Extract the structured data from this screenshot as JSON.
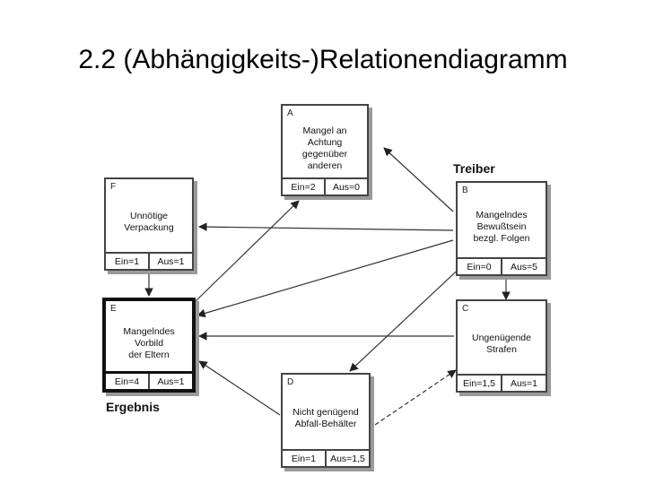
{
  "title": "2.2 (Abhängigkeits-)Relationendiagramm",
  "labels": {
    "driver": "Treiber",
    "result": "Ergebnis"
  },
  "nodes": [
    {
      "id": "A",
      "letter": "A",
      "lines": [
        "Mangel an",
        "Achtung",
        "gegenüber",
        "anderen"
      ],
      "ein": "Ein=2",
      "aus": "Aus=0"
    },
    {
      "id": "B",
      "letter": "B",
      "lines": [
        "Mangelndes",
        "Bewußtsein",
        "bezgl. Folgen"
      ],
      "ein": "Ein=0",
      "aus": "Aus=5"
    },
    {
      "id": "C",
      "letter": "C",
      "lines": [
        "Ungenügende",
        "Strafen"
      ],
      "ein": "Ein=1,5",
      "aus": "Aus=1"
    },
    {
      "id": "D",
      "letter": "D",
      "lines": [
        "Nicht genügend",
        "Abfall-Behälter"
      ],
      "ein": "Ein=1",
      "aus": "Aus=1,5"
    },
    {
      "id": "E",
      "letter": "E",
      "lines": [
        "Mangelndes",
        "Vorbild",
        "der Eltern"
      ],
      "ein": "Ein=4",
      "aus": "Aus=1"
    },
    {
      "id": "F",
      "letter": "F",
      "lines": [
        "Unnötige",
        "Verpackung"
      ],
      "ein": "Ein=1",
      "aus": "Aus=1"
    }
  ],
  "relations": [
    {
      "from": "B",
      "to": "A",
      "style": "solid"
    },
    {
      "from": "B",
      "to": "F",
      "style": "solid"
    },
    {
      "from": "B",
      "to": "E",
      "style": "solid"
    },
    {
      "from": "B",
      "to": "D",
      "style": "solid"
    },
    {
      "from": "B",
      "to": "C",
      "style": "solid"
    },
    {
      "from": "E",
      "to": "A",
      "style": "solid"
    },
    {
      "from": "F",
      "to": "E",
      "style": "solid"
    },
    {
      "from": "C",
      "to": "E",
      "style": "solid"
    },
    {
      "from": "D",
      "to": "E",
      "style": "solid"
    },
    {
      "from": "D",
      "to": "C",
      "style": "dashed"
    }
  ]
}
